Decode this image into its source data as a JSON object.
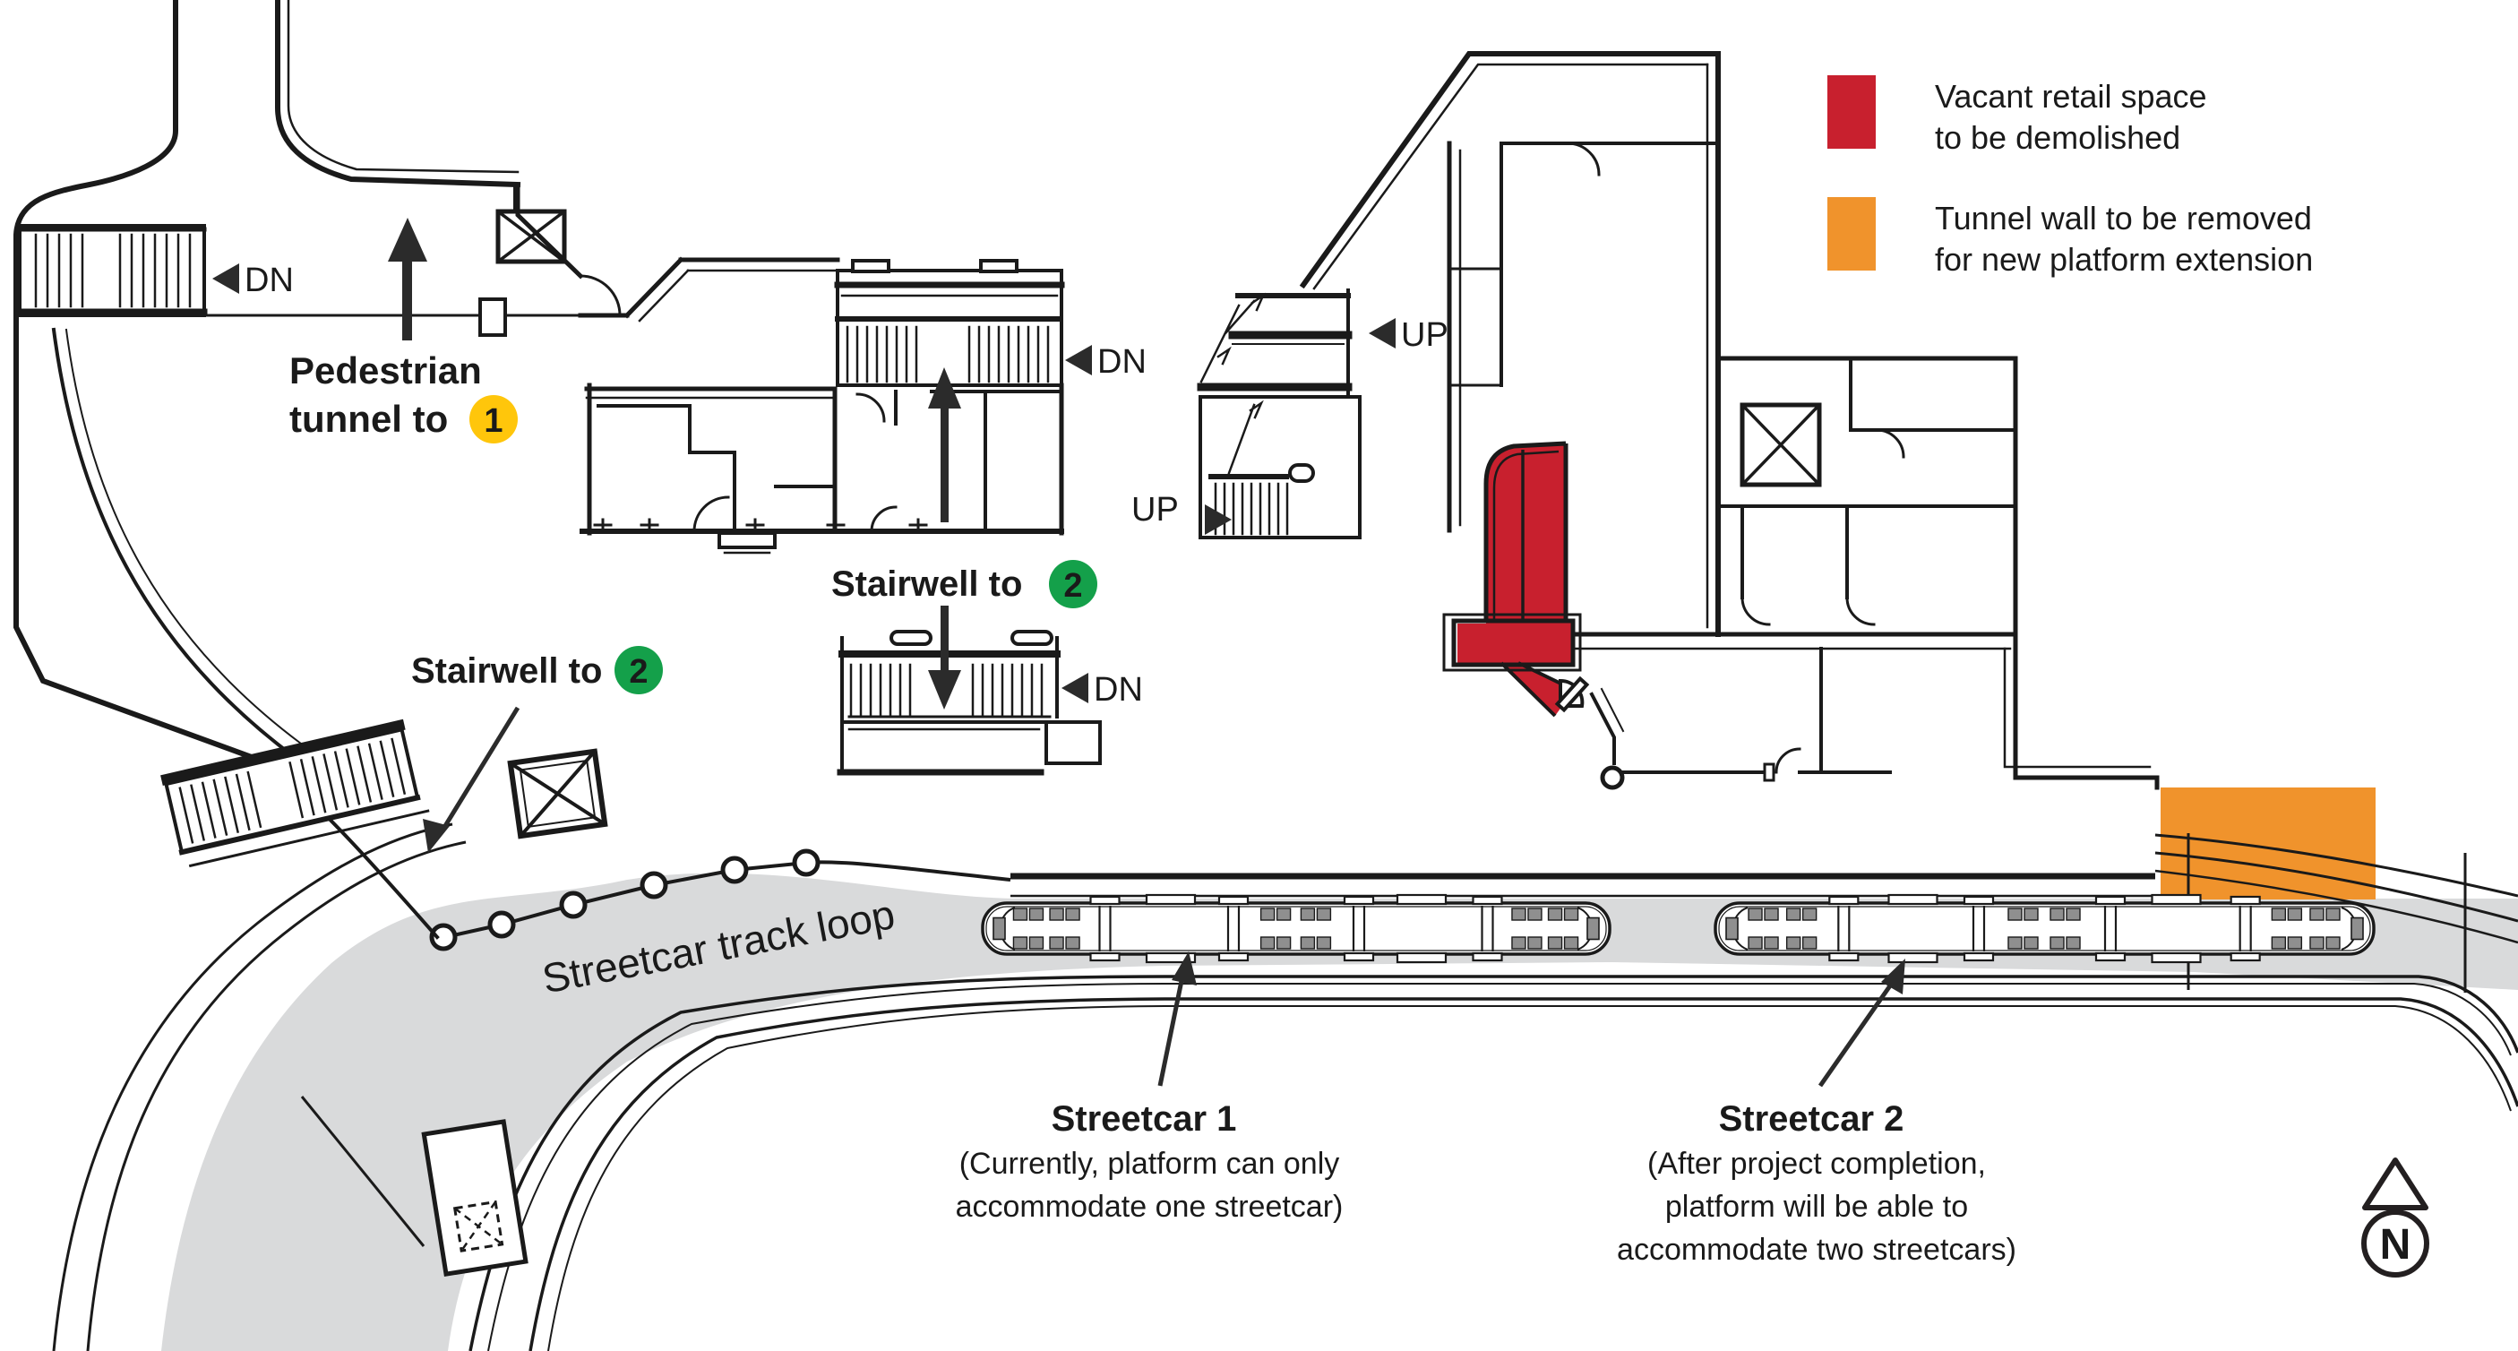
{
  "legend": {
    "items": [
      {
        "id": "vacant-retail",
        "color": "#C8202E",
        "lines": [
          "Vacant retail space",
          "to be demolished"
        ]
      },
      {
        "id": "tunnel-wall",
        "color": "#F0932C",
        "lines": [
          "Tunnel wall to be removed",
          "for new platform extension"
        ]
      }
    ]
  },
  "plan_labels": {
    "pedestrian_tunnel": {
      "line1": "Pedestrian",
      "line2": "tunnel to",
      "badge": "1"
    },
    "stairwell_center": {
      "text": "Stairwell to",
      "badge": "2"
    },
    "stairwell_left": {
      "text": "Stairwell to",
      "badge": "2"
    },
    "track_loop": "Streetcar track loop",
    "direction_markers": {
      "down": "DN",
      "up": "UP"
    },
    "north": "N"
  },
  "annotations": {
    "streetcar1": {
      "title": "Streetcar 1",
      "line1": "(Currently, platform can only",
      "line2": "accommodate one streetcar)"
    },
    "streetcar2": {
      "title": "Streetcar 2",
      "line1": "(After project completion,",
      "line2": "platform will be able to",
      "line3": "accommodate two streetcars)"
    }
  },
  "badge_colors": {
    "yellow": "#FFC60B",
    "green": "#14A04A"
  },
  "highlight_colors": {
    "red": "#C8202E",
    "orange": "#F0932C"
  },
  "track_color": "#D9DADB"
}
